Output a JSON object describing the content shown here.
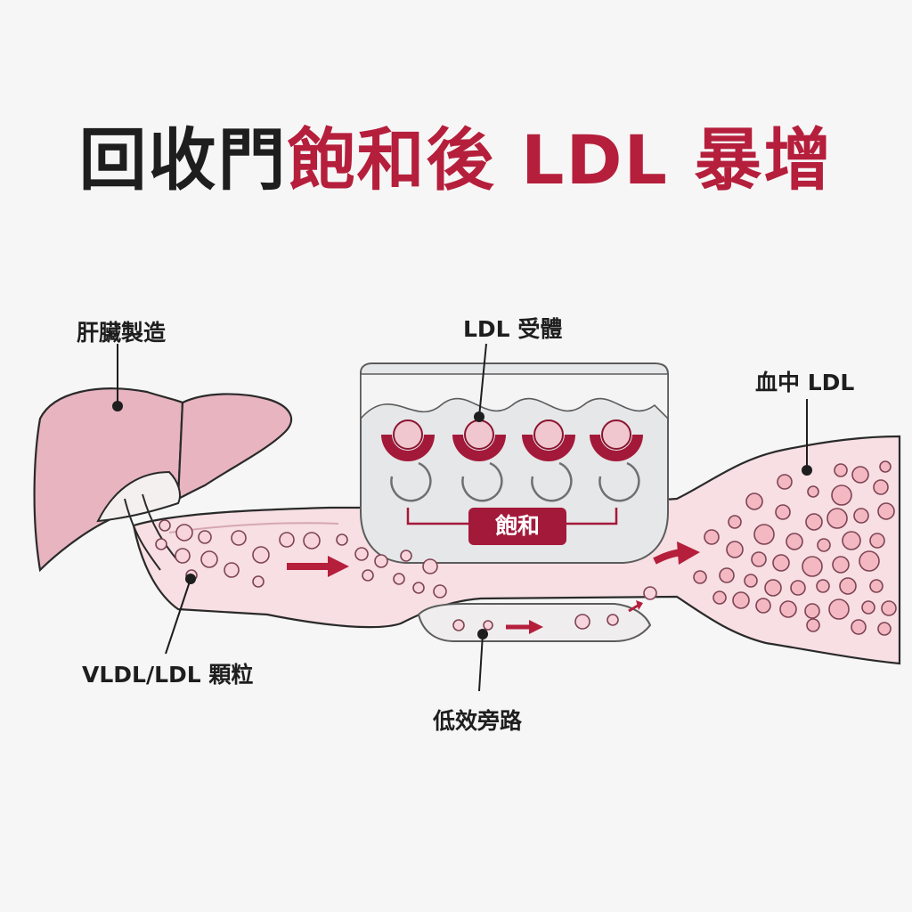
{
  "title": {
    "part1": "回收門",
    "part2": "飽和後",
    "part3": "LDL 暴增"
  },
  "labels": {
    "liver": "肝臟製造",
    "receptor": "LDL 受體",
    "blood": "血中 LDL",
    "particles": "VLDL/LDL 顆粒",
    "bypass": "低效旁路",
    "saturated": "飽和"
  },
  "colors": {
    "accent": "#b51f3c",
    "vessel": "#f7dfe3",
    "liver": "#e7b4c0",
    "particle": "#f4b8c3",
    "receptor_box": "#e6e7e8"
  }
}
